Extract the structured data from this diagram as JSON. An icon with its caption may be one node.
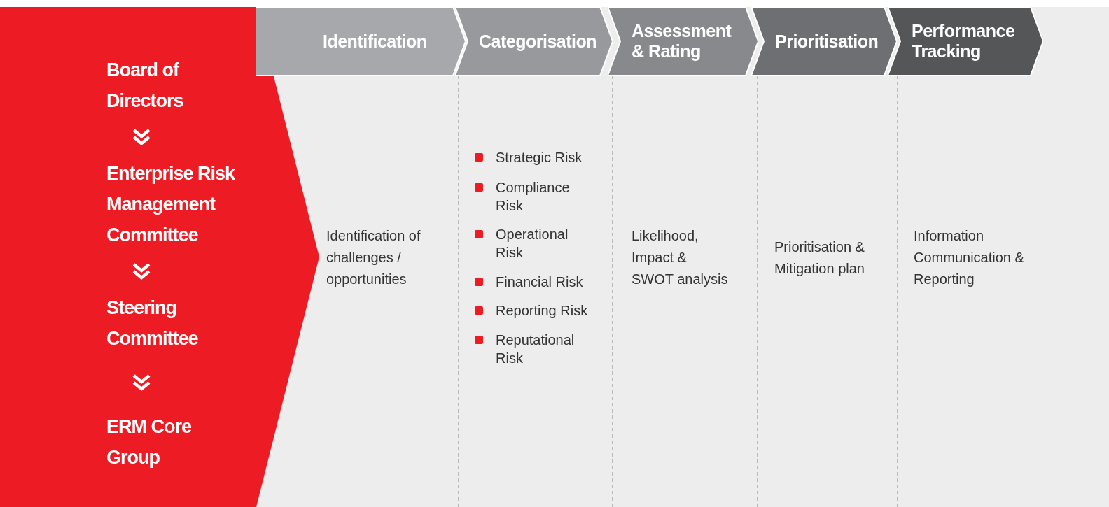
{
  "diagram": {
    "nodes": [
      {
        "text": [],
        "shape": "pentagon"
      },
      {
        "text": [
          "Board of Directors"
        ],
        "in": 0
      },
      {
        "text": [
          "Enterprise Risk Management Committee"
        ],
        "in": 0
      },
      {
        "text": [
          "Steering Committee"
        ],
        "in": 0
      },
      {
        "text": [
          "ERM Core Group"
        ],
        "in": 0
      },
      {
        "text": [
          "Identification"
        ]
      },
      {
        "text": [
          "Categorisation"
        ]
      },
      {
        "text": [
          "Assessment & Rating"
        ]
      },
      {
        "text": [
          "Prioritisation"
        ]
      },
      {
        "text": [
          "Performance Tracking"
        ]
      }
    ],
    "edges": [
      {
        "from": 1,
        "to": 2,
        "arrow": "to"
      },
      {
        "from": 2,
        "to": 3,
        "arrow": "to"
      },
      {
        "from": 3,
        "to": 4,
        "arrow": "to"
      }
    ],
    "labels": [
      "Identification of challenges / opportunities",
      "Strategic Risk",
      "Compliance Risk",
      "Operational Risk",
      "Financial Risk",
      "Reporting Risk",
      "Reputational Risk",
      "Likelihood, Impact & SWOT analysis",
      "Prioritisation & Mitigation plan",
      "Information Communication & Reporting"
    ]
  }
}
